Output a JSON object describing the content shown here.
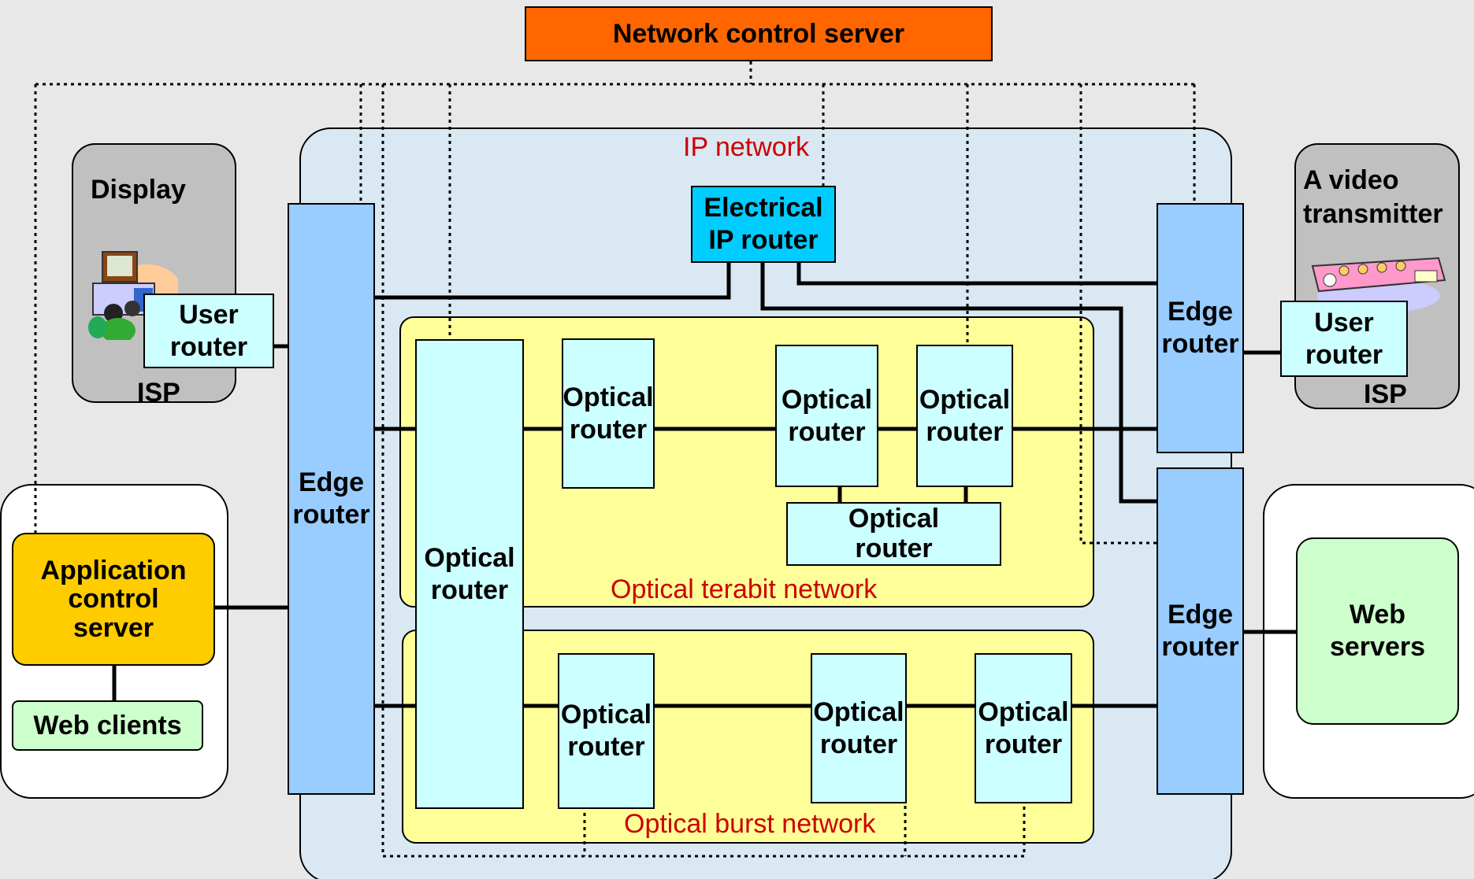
{
  "network_control_server": "Network control server",
  "ip_network_label": "IP network",
  "electrical_router": "Electrical IP router",
  "terabit_label": "Optical terabit network",
  "burst_label": "Optical burst network",
  "left_isp": {
    "title": "Display",
    "user_router": "User router",
    "isp": "ISP"
  },
  "right_isp": {
    "title": "A video transmitter",
    "user_router": "User router",
    "isp": "ISP"
  },
  "client_group": {
    "app_server": "Application control server",
    "web_clients": "Web clients"
  },
  "web_servers": "Web servers",
  "edge_router_left": "Edge router",
  "edge_router_right_top": "Edge router",
  "edge_router_right_bottom": "Edge router",
  "optical_router_tall": "Optical router",
  "terabit_routers": [
    "Optical router",
    "Optical router",
    "Optical router",
    "Optical router"
  ],
  "burst_routers": [
    "Optical router",
    "Optical router",
    "Optical router"
  ],
  "colors": {
    "ncs": "#ff6600",
    "ip_network": "#d9e8f2",
    "optical_net": "#ffff99",
    "edge": "#99ccff",
    "optical_router": "#ccffff",
    "electrical": "#00ccff",
    "isp": "#c0c0c0",
    "app_server": "#ffcc00",
    "web": "#ccffcc"
  }
}
